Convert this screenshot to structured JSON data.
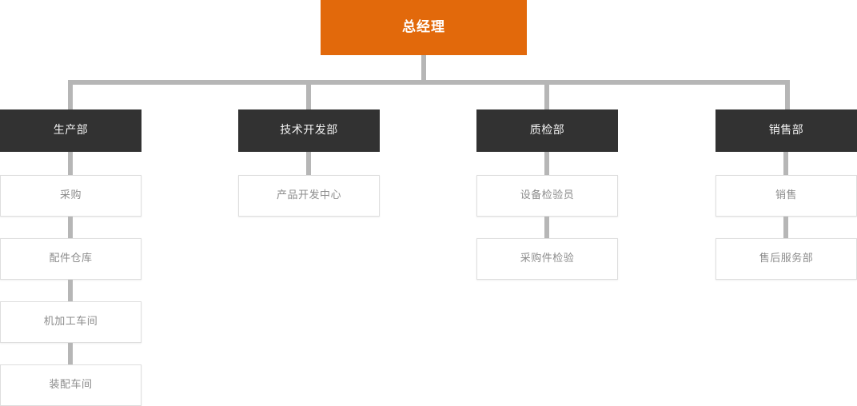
{
  "chart": {
    "type": "org-chart",
    "title_text": "",
    "colors": {
      "root_fill": "#e2690b",
      "root_text": "#ffffff",
      "department_fill": "#323232",
      "department_text": "#f2f2f2",
      "leaf_fill": "#ffffff",
      "leaf_text": "#8c8c8c",
      "leaf_border": "#dedede",
      "connector": "#b6b6b6",
      "background": "#ffffff"
    },
    "root": {
      "label": "总经理"
    },
    "branches": [
      {
        "department": "生产部",
        "children": [
          "采购",
          "配件仓库",
          "机加工车间",
          "装配车间"
        ]
      },
      {
        "department": "技术开发部",
        "children": [
          "产品开发中心"
        ]
      },
      {
        "department": "质检部",
        "children": [
          "设备检验员",
          "采购件检验"
        ]
      },
      {
        "department": "销售部",
        "children": [
          "销售",
          "售后服务部"
        ]
      }
    ]
  }
}
